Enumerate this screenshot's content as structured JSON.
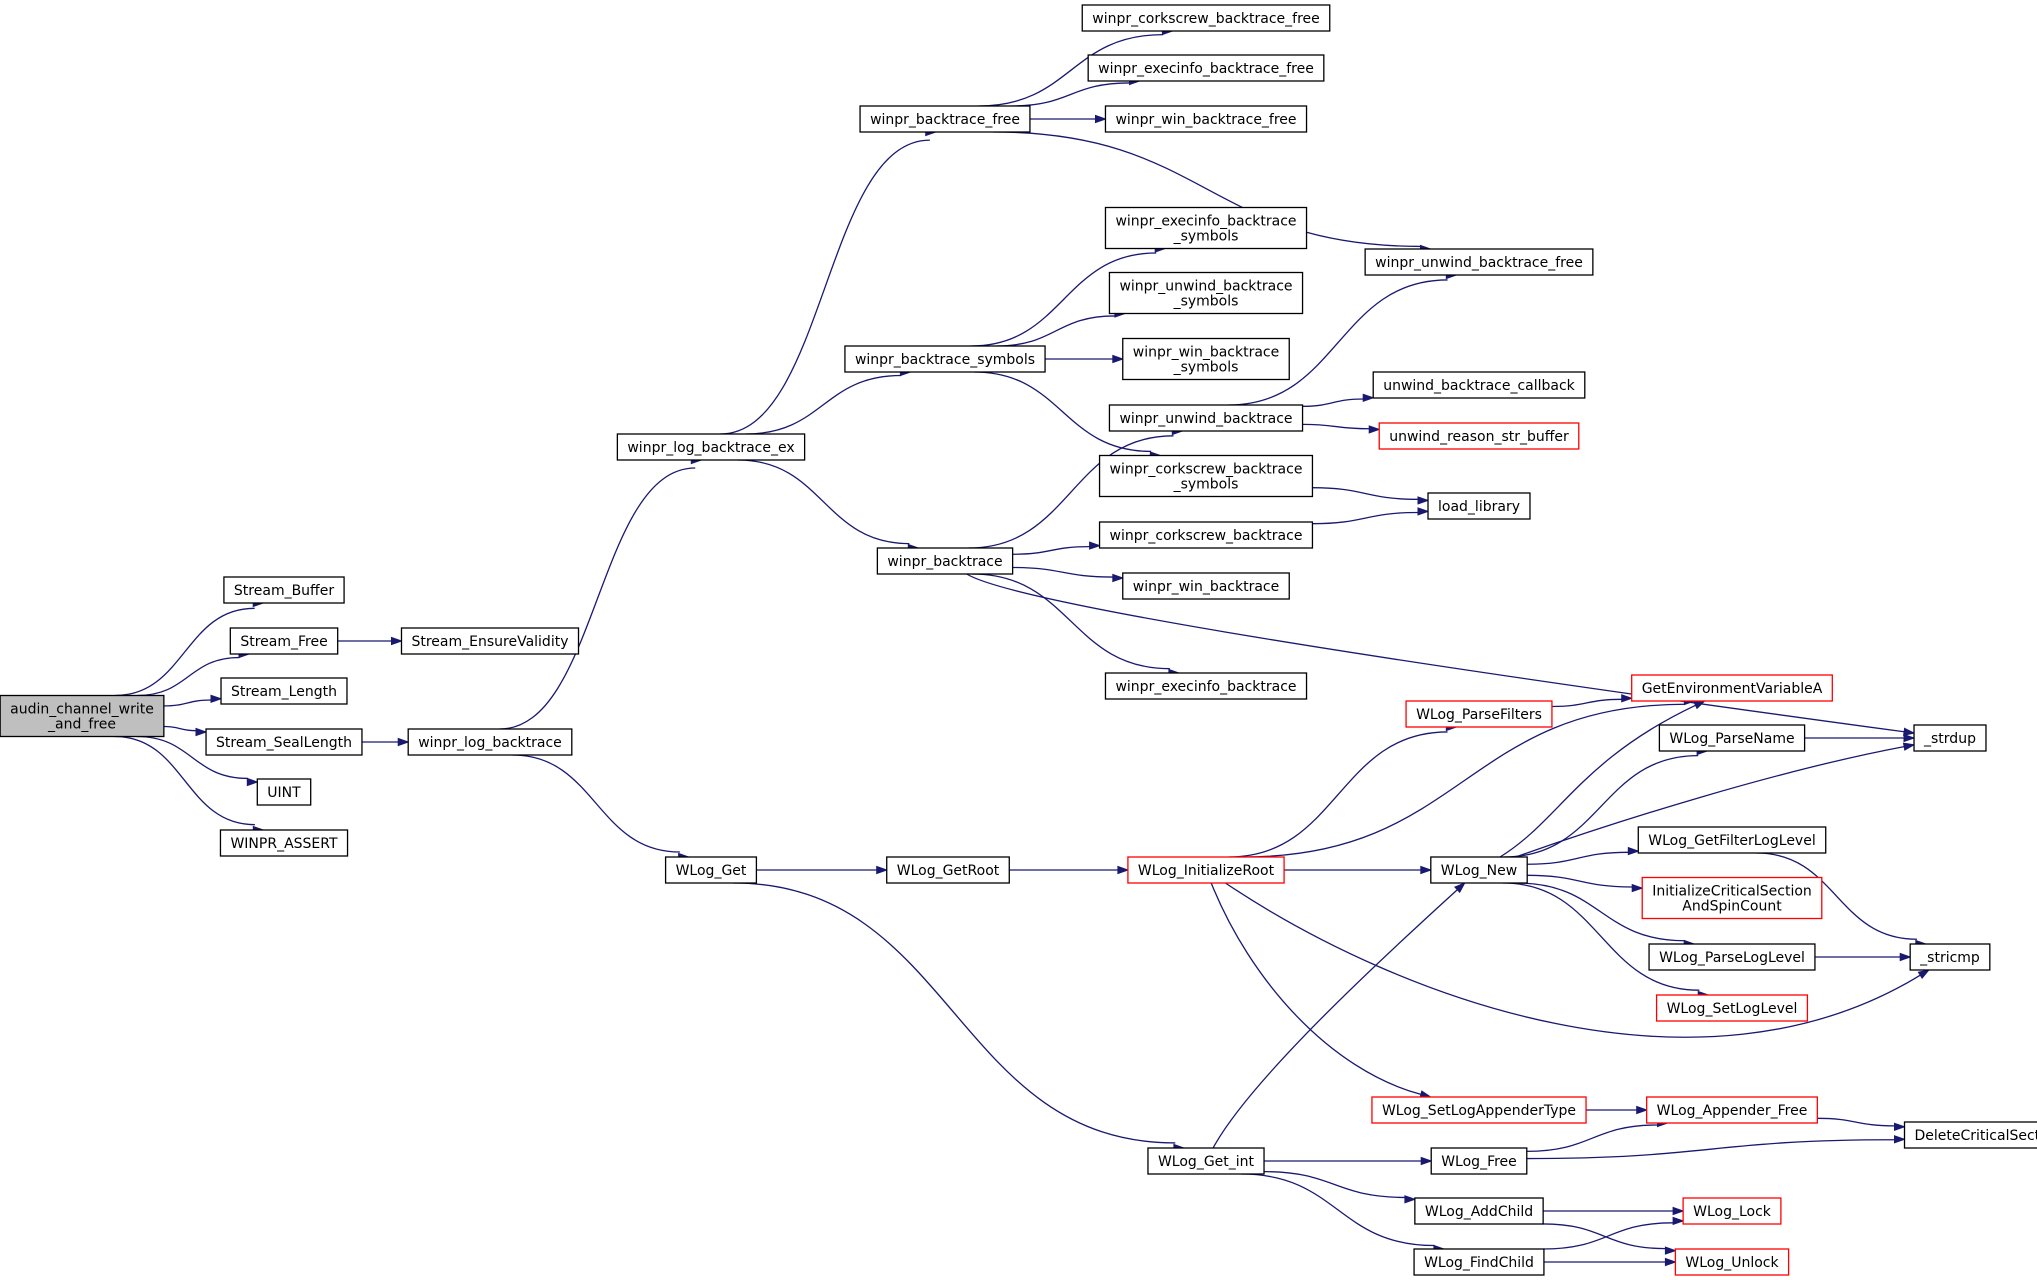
{
  "colors": {
    "edge": "#191970",
    "node_border": "#000000",
    "truncated_border": "#ff0000",
    "root_fill": "#bfbfbf",
    "node_fill": "#ffffff"
  },
  "nodes": [
    {
      "id": "root",
      "lines": [
        "audin_channel_write",
        "_and_free"
      ],
      "style": "root"
    },
    {
      "id": "stream_buffer",
      "lines": [
        "Stream_Buffer"
      ]
    },
    {
      "id": "stream_free",
      "lines": [
        "Stream_Free"
      ]
    },
    {
      "id": "stream_ensure",
      "lines": [
        "Stream_EnsureValidity"
      ]
    },
    {
      "id": "stream_length",
      "lines": [
        "Stream_Length"
      ]
    },
    {
      "id": "stream_seal",
      "lines": [
        "Stream_SealLength"
      ]
    },
    {
      "id": "uint",
      "lines": [
        "UINT"
      ]
    },
    {
      "id": "winpr_assert",
      "lines": [
        "WINPR_ASSERT"
      ]
    },
    {
      "id": "log_bt",
      "lines": [
        "winpr_log_backtrace"
      ]
    },
    {
      "id": "log_bt_ex",
      "lines": [
        "winpr_log_backtrace_ex"
      ]
    },
    {
      "id": "wlog_get",
      "lines": [
        "WLog_Get"
      ]
    },
    {
      "id": "bt_free",
      "lines": [
        "winpr_backtrace_free"
      ]
    },
    {
      "id": "cork_free",
      "lines": [
        "winpr_corkscrew_backtrace_free"
      ]
    },
    {
      "id": "exec_free",
      "lines": [
        "winpr_execinfo_backtrace_free"
      ]
    },
    {
      "id": "win_free",
      "lines": [
        "winpr_win_backtrace_free"
      ]
    },
    {
      "id": "unwind_free",
      "lines": [
        "winpr_unwind_backtrace_free"
      ]
    },
    {
      "id": "bt_symbols",
      "lines": [
        "winpr_backtrace_symbols"
      ]
    },
    {
      "id": "exec_sym",
      "lines": [
        "winpr_execinfo_backtrace",
        "_symbols"
      ]
    },
    {
      "id": "unwind_sym",
      "lines": [
        "winpr_unwind_backtrace",
        "_symbols"
      ]
    },
    {
      "id": "win_sym",
      "lines": [
        "winpr_win_backtrace",
        "_symbols"
      ]
    },
    {
      "id": "cork_sym",
      "lines": [
        "winpr_corkscrew_backtrace",
        "_symbols"
      ]
    },
    {
      "id": "bt",
      "lines": [
        "winpr_backtrace"
      ]
    },
    {
      "id": "unwind_bt",
      "lines": [
        "winpr_unwind_backtrace"
      ]
    },
    {
      "id": "unwind_cb",
      "lines": [
        "unwind_backtrace_callback"
      ]
    },
    {
      "id": "unwind_reason",
      "lines": [
        "unwind_reason_str_buffer"
      ],
      "style": "truncated"
    },
    {
      "id": "load_library",
      "lines": [
        "load_library"
      ]
    },
    {
      "id": "cork_bt",
      "lines": [
        "winpr_corkscrew_backtrace"
      ]
    },
    {
      "id": "win_bt",
      "lines": [
        "winpr_win_backtrace"
      ]
    },
    {
      "id": "exec_bt",
      "lines": [
        "winpr_execinfo_backtrace"
      ]
    },
    {
      "id": "strdup",
      "lines": [
        "_strdup"
      ]
    },
    {
      "id": "wlog_getroot",
      "lines": [
        "WLog_GetRoot"
      ]
    },
    {
      "id": "wlog_initroot",
      "lines": [
        "WLog_InitializeRoot"
      ],
      "style": "truncated"
    },
    {
      "id": "wlog_parsefilters",
      "lines": [
        "WLog_ParseFilters"
      ],
      "style": "truncated"
    },
    {
      "id": "getenv",
      "lines": [
        "GetEnvironmentVariableA"
      ],
      "style": "truncated"
    },
    {
      "id": "wlog_new",
      "lines": [
        "WLog_New"
      ]
    },
    {
      "id": "wlog_parsename",
      "lines": [
        "WLog_ParseName"
      ]
    },
    {
      "id": "wlog_getfilter",
      "lines": [
        "WLog_GetFilterLogLevel"
      ]
    },
    {
      "id": "initcs",
      "lines": [
        "InitializeCriticalSection",
        "AndSpinCount"
      ],
      "style": "truncated"
    },
    {
      "id": "wlog_parseloglevel",
      "lines": [
        "WLog_ParseLogLevel"
      ]
    },
    {
      "id": "stricmp",
      "lines": [
        "_stricmp"
      ]
    },
    {
      "id": "wlog_setloglevel",
      "lines": [
        "WLog_SetLogLevel"
      ],
      "style": "truncated"
    },
    {
      "id": "wlog_setappender",
      "lines": [
        "WLog_SetLogAppenderType"
      ],
      "style": "truncated"
    },
    {
      "id": "wlog_appfree",
      "lines": [
        "WLog_Appender_Free"
      ],
      "style": "truncated"
    },
    {
      "id": "deletecs",
      "lines": [
        "DeleteCriticalSection"
      ]
    },
    {
      "id": "wlog_get_int",
      "lines": [
        "WLog_Get_int"
      ]
    },
    {
      "id": "wlog_free",
      "lines": [
        "WLog_Free"
      ]
    },
    {
      "id": "wlog_addchild",
      "lines": [
        "WLog_AddChild"
      ]
    },
    {
      "id": "wlog_lock",
      "lines": [
        "WLog_Lock"
      ],
      "style": "truncated"
    },
    {
      "id": "wlog_findchild",
      "lines": [
        "WLog_FindChild"
      ]
    },
    {
      "id": "wlog_unlock",
      "lines": [
        "WLog_Unlock"
      ],
      "style": "truncated"
    }
  ],
  "edges": [
    [
      "root",
      "stream_buffer"
    ],
    [
      "root",
      "stream_free"
    ],
    [
      "root",
      "stream_length"
    ],
    [
      "root",
      "stream_seal"
    ],
    [
      "root",
      "uint"
    ],
    [
      "root",
      "winpr_assert"
    ],
    [
      "stream_free",
      "stream_ensure"
    ],
    [
      "stream_seal",
      "log_bt"
    ],
    [
      "log_bt",
      "log_bt_ex"
    ],
    [
      "log_bt",
      "wlog_get"
    ],
    [
      "log_bt_ex",
      "bt_free"
    ],
    [
      "log_bt_ex",
      "bt_symbols"
    ],
    [
      "log_bt_ex",
      "bt"
    ],
    [
      "bt_free",
      "cork_free"
    ],
    [
      "bt_free",
      "exec_free"
    ],
    [
      "bt_free",
      "win_free"
    ],
    [
      "bt_free",
      "unwind_free"
    ],
    [
      "bt_symbols",
      "exec_sym"
    ],
    [
      "bt_symbols",
      "unwind_sym"
    ],
    [
      "bt_symbols",
      "win_sym"
    ],
    [
      "bt_symbols",
      "cork_sym"
    ],
    [
      "bt",
      "unwind_bt"
    ],
    [
      "bt",
      "cork_bt"
    ],
    [
      "bt",
      "win_bt"
    ],
    [
      "bt",
      "exec_bt"
    ],
    [
      "bt",
      "strdup"
    ],
    [
      "unwind_bt",
      "unwind_free"
    ],
    [
      "unwind_bt",
      "unwind_cb"
    ],
    [
      "unwind_bt",
      "unwind_reason"
    ],
    [
      "cork_sym",
      "load_library"
    ],
    [
      "cork_bt",
      "load_library"
    ],
    [
      "wlog_get",
      "wlog_getroot"
    ],
    [
      "wlog_get",
      "wlog_get_int"
    ],
    [
      "wlog_getroot",
      "wlog_initroot"
    ],
    [
      "wlog_initroot",
      "wlog_parsefilters"
    ],
    [
      "wlog_initroot",
      "getenv"
    ],
    [
      "wlog_initroot",
      "wlog_new"
    ],
    [
      "wlog_initroot",
      "stricmp"
    ],
    [
      "wlog_initroot",
      "wlog_setappender"
    ],
    [
      "wlog_parsefilters",
      "getenv"
    ],
    [
      "wlog_new",
      "getenv"
    ],
    [
      "wlog_new",
      "wlog_parsename"
    ],
    [
      "wlog_new",
      "strdup"
    ],
    [
      "wlog_new",
      "wlog_getfilter"
    ],
    [
      "wlog_new",
      "initcs"
    ],
    [
      "wlog_new",
      "wlog_parseloglevel"
    ],
    [
      "wlog_new",
      "wlog_setloglevel"
    ],
    [
      "wlog_parsename",
      "strdup"
    ],
    [
      "wlog_getfilter",
      "stricmp"
    ],
    [
      "wlog_parseloglevel",
      "stricmp"
    ],
    [
      "wlog_setappender",
      "wlog_appfree"
    ],
    [
      "wlog_appfree",
      "deletecs"
    ],
    [
      "wlog_get_int",
      "wlog_new"
    ],
    [
      "wlog_get_int",
      "wlog_free"
    ],
    [
      "wlog_get_int",
      "wlog_addchild"
    ],
    [
      "wlog_get_int",
      "wlog_findchild"
    ],
    [
      "wlog_free",
      "wlog_appfree"
    ],
    [
      "wlog_free",
      "deletecs"
    ],
    [
      "wlog_addchild",
      "wlog_lock"
    ],
    [
      "wlog_addchild",
      "wlog_unlock"
    ],
    [
      "wlog_findchild",
      "wlog_lock"
    ],
    [
      "wlog_findchild",
      "wlog_unlock"
    ]
  ]
}
